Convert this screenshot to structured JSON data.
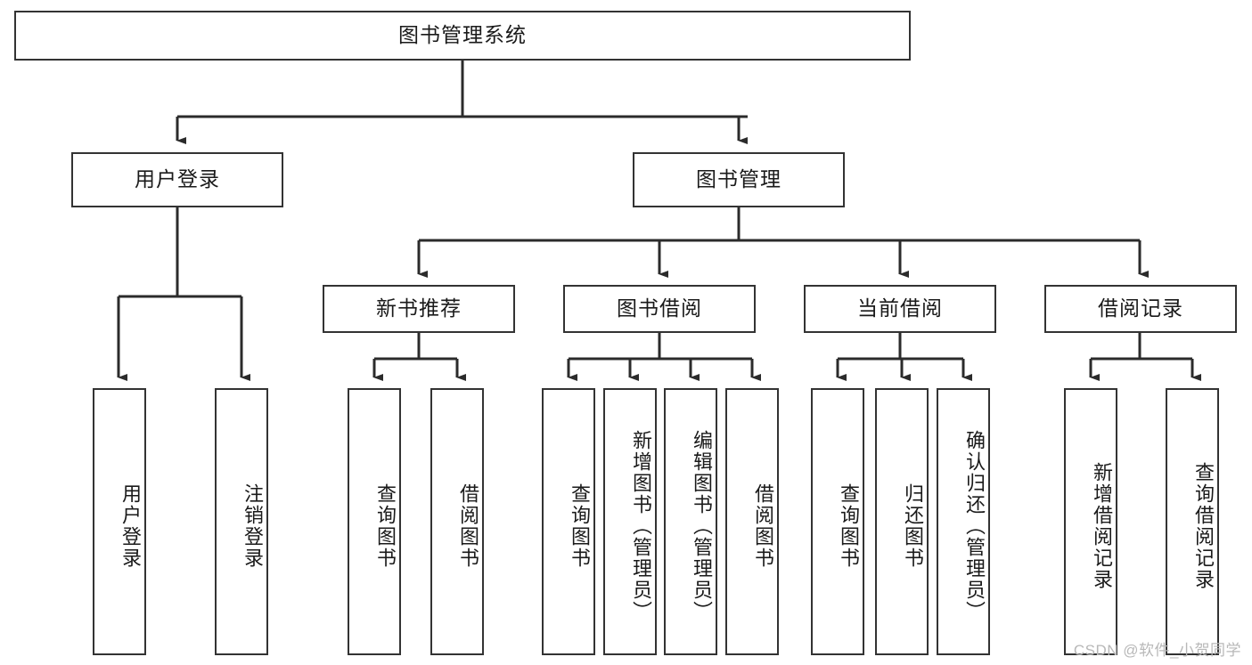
{
  "diagram": {
    "title": "图书管理系统",
    "type": "tree-hierarchy",
    "root": {
      "label": "图书管理系统"
    },
    "level2": [
      {
        "label": "用户登录"
      },
      {
        "label": "图书管理"
      }
    ],
    "level3": [
      {
        "label": "新书推荐"
      },
      {
        "label": "图书借阅"
      },
      {
        "label": "当前借阅"
      },
      {
        "label": "借阅记录"
      }
    ],
    "leaves": {
      "user_login": [
        {
          "label": "用户登录"
        },
        {
          "label": "注销登录"
        }
      ],
      "new_book_recommend": [
        {
          "label": "查询图书"
        },
        {
          "label": "借阅图书"
        }
      ],
      "book_borrow": [
        {
          "label": "查询图书"
        },
        {
          "label": "新增图书（管理员）"
        },
        {
          "label": "编辑图书（管理员）"
        },
        {
          "label": "借阅图书"
        }
      ],
      "current_borrow": [
        {
          "label": "查询图书"
        },
        {
          "label": "归还图书"
        },
        {
          "label": "确认归还（管理员）"
        }
      ],
      "borrow_record": [
        {
          "label": "新增借阅记录"
        },
        {
          "label": "查询借阅记录"
        }
      ]
    }
  },
  "watermark": {
    "text": "CSDN @软件_小贺同学"
  },
  "colors": {
    "border": "#333333",
    "background": "#ffffff",
    "text": "#1a1a1a",
    "watermark": "#b8b8b8"
  }
}
